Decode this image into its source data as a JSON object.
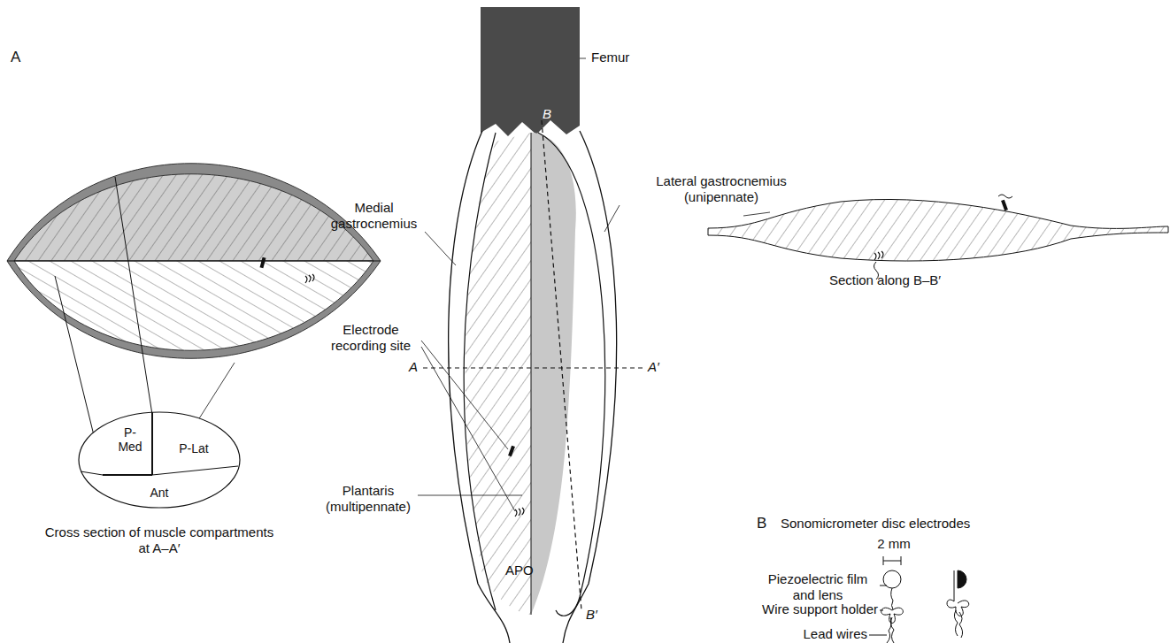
{
  "diagram": {
    "nodes": [
      {
        "text": [
          "P-Med",
          "P-Lat",
          "Ant",
          "Cross section of muscle compartments at A–A′"
        ]
      }
    ],
    "labels": [
      "A",
      "Femur",
      "B",
      "Medial gastrocnemius",
      "Lateral gastrocnemius (unipennate)",
      "A",
      "A′",
      "Electrode recording site",
      "Plantaris (multipennate)",
      "APO",
      "B′",
      "Section along B–B′",
      "B",
      "Sonomicrometer disc electrodes",
      "2 mm",
      "Piezoelectric film and lens",
      "Wire support holder",
      "Lead wires"
    ]
  }
}
